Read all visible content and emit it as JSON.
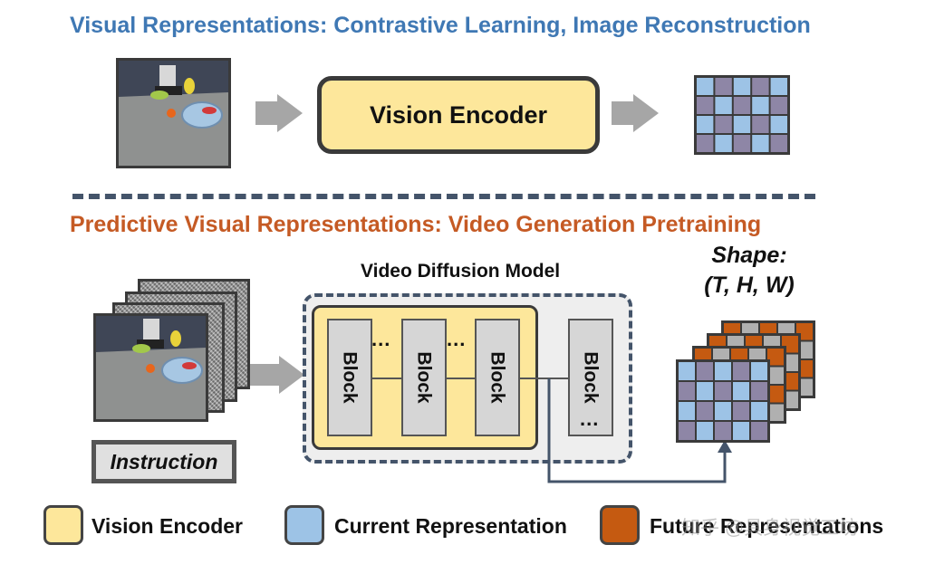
{
  "titles": {
    "top": "Visual Representations: Contrastive Learning, Image Reconstruction",
    "middle": "Predictive Visual Representations: Video Generation Pretraining"
  },
  "top_row": {
    "encoder_label": "Vision Encoder",
    "grid_pattern": [
      "blue",
      "purple"
    ]
  },
  "bottom_row": {
    "model_label": "Video Diffusion Model",
    "block_label": "Block",
    "dots": "...",
    "instruction_label": "Instruction",
    "shape_label_line1": "Shape:",
    "shape_label_line2": "(T, H, W)"
  },
  "legend": [
    {
      "label": "Vision Encoder",
      "color": "#fde79b"
    },
    {
      "label": "Current Representation",
      "color": "#9dc3e6"
    },
    {
      "label": "Future Representations",
      "color": "#c55a11"
    }
  ],
  "watermark": "知乎 @具身视觉工坊",
  "colors": {
    "top_title": "#3f78b4",
    "mid_title": "#c55a24",
    "grid_blue": "#9dc3e6",
    "grid_purple": "#8e86a6",
    "grid_orange": "#c55a11",
    "grid_gray": "#b0b0b0",
    "encoder_fill": "#fde79b"
  }
}
